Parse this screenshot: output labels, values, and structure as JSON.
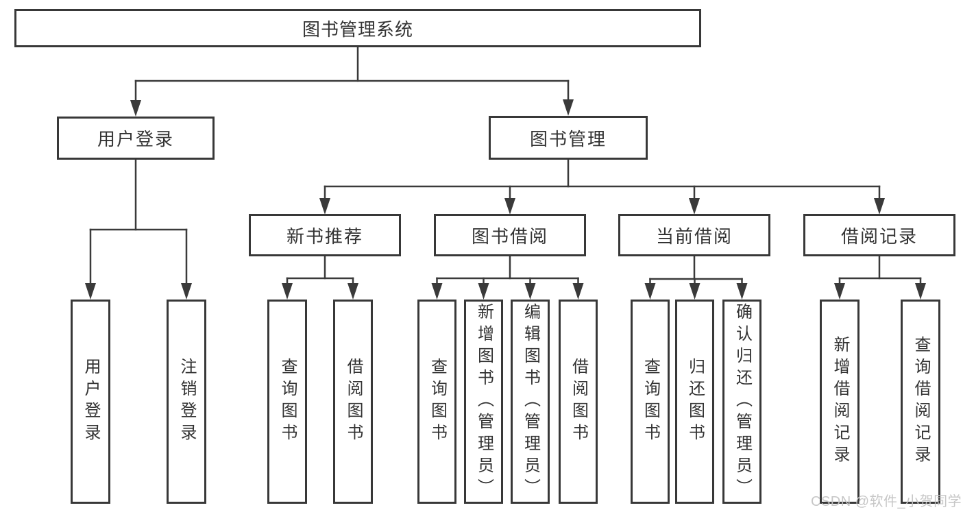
{
  "tree": {
    "label": "图书管理系统",
    "children": [
      {
        "label": "用户登录",
        "children": [
          {
            "label": "用户登录"
          },
          {
            "label": "注销登录"
          }
        ]
      },
      {
        "label": "图书管理",
        "children": [
          {
            "label": "新书推荐",
            "children": [
              {
                "label": "查询图书"
              },
              {
                "label": "借阅图书"
              }
            ]
          },
          {
            "label": "图书借阅",
            "children": [
              {
                "label": "查询图书"
              },
              {
                "label": "新增图书（管理员）"
              },
              {
                "label": "编辑图书（管理员）"
              },
              {
                "label": "借阅图书"
              }
            ]
          },
          {
            "label": "当前借阅",
            "children": [
              {
                "label": "查询图书"
              },
              {
                "label": "归还图书"
              },
              {
                "label": "确认归还（管理员）"
              }
            ]
          },
          {
            "label": "借阅记录",
            "children": [
              {
                "label": "新增借阅记录"
              },
              {
                "label": "查询借阅记录"
              }
            ]
          }
        ]
      }
    ]
  },
  "watermark": {
    "text": "CSDN @软件_小贺同学"
  },
  "colors": {
    "line": "#3a3a3a",
    "box_border": "#383838",
    "text": "#333333",
    "watermark": "#c4c4c4",
    "background": "#ffffff"
  }
}
